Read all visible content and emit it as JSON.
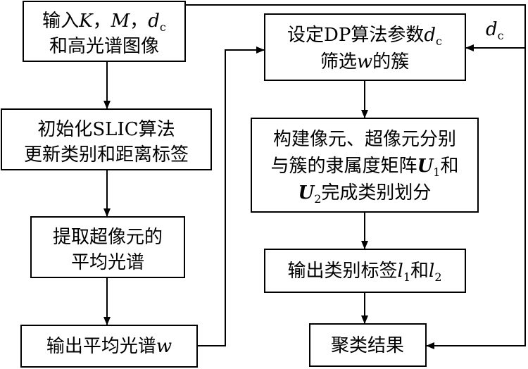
{
  "diagram": {
    "nodes": {
      "input": {
        "line1_prefix": "输入",
        "K": "K",
        "sep1": "，",
        "M": "M",
        "sep2": "，",
        "d": "d",
        "d_sub": "c",
        "line2": "和高光谱图像"
      },
      "init": {
        "line1": "初始化SLIC算法",
        "line2": "更新类别和距离标签"
      },
      "extract": {
        "line1": "提取超像元的",
        "line2": "平均光谱"
      },
      "output_avg": {
        "prefix": "输出平均光谱",
        "w": "w"
      },
      "dp": {
        "line1_prefix": "设定DP算法参数",
        "d": "d",
        "d_sub": "c",
        "line2_prefix": "筛选",
        "w": "w",
        "line2_suffix": "的簇"
      },
      "membership": {
        "line1": "构建像元、超像元分别",
        "line2_prefix": "与簇的隶属度矩阵",
        "U": "U",
        "sub1": "1",
        "line2_suffix": "和",
        "line3_U": "U",
        "sub2": "2",
        "line3_suffix": "完成类别划分"
      },
      "labels": {
        "prefix": "输出类别标签",
        "l": "l",
        "sub1": "1",
        "mid": "和",
        "l2": "l",
        "sub2": "2"
      },
      "result": {
        "text": "聚类结果"
      }
    },
    "edge_labels": {
      "dc": "d",
      "dc_sub": "c"
    }
  }
}
